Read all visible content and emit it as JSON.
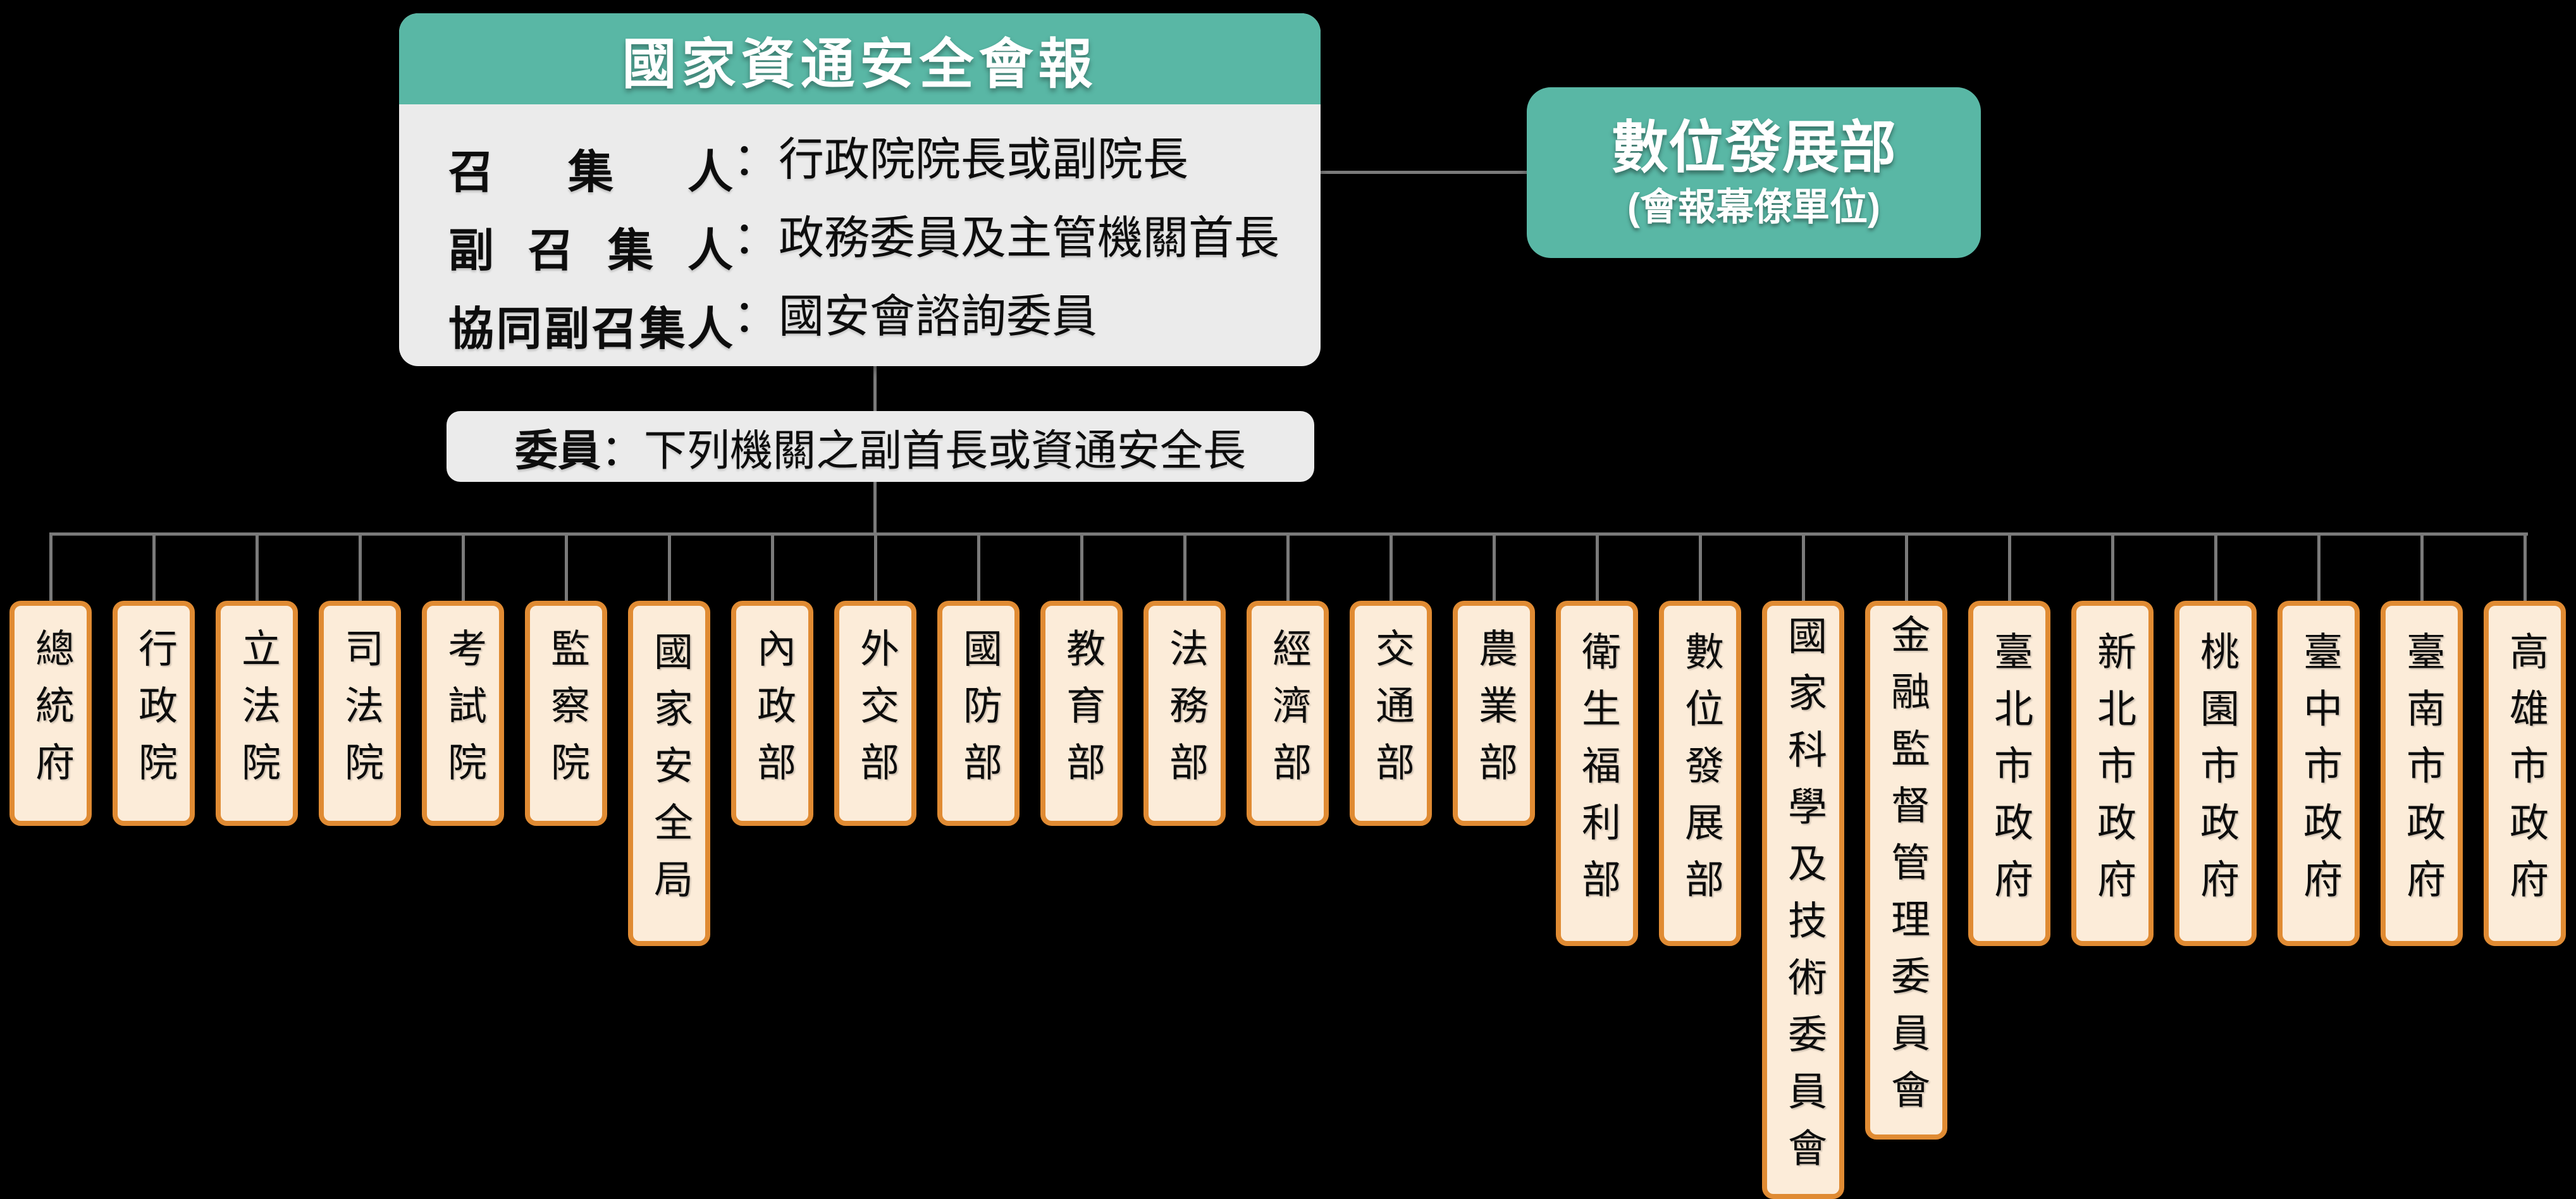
{
  "colors": {
    "teal": "#59b7a5",
    "panel_gray": "#ebebeb",
    "box_fill": "#fcecd9",
    "box_border": "#e08b33",
    "line_gray": "#7a7a7a",
    "background": "#000000"
  },
  "main_box": {
    "title": "國家資通安全會報",
    "colon": "：",
    "roles": [
      {
        "label": "召集人",
        "value": "行政院院長或副院長"
      },
      {
        "label": "副召集人",
        "value": "政務委員及主管機關首長"
      },
      {
        "label": "協同副召集人",
        "value": "國安會諮詢委員"
      }
    ]
  },
  "staff_box": {
    "title": "數位發展部",
    "subtitle": "(會報幕僚單位)"
  },
  "committee_label": {
    "prefix": "委員",
    "text": "：下列機關之副首長或資通安全長"
  },
  "agencies": [
    "總統府",
    "行政院",
    "立法院",
    "司法院",
    "考試院",
    "監察院",
    "國家安全局",
    "內政部",
    "外交部",
    "國防部",
    "教育部",
    "法務部",
    "經濟部",
    "交通部",
    "農業部",
    "衛生福利部",
    "數位發展部",
    "國家科學及技術委員會",
    "金融監督管理委員會",
    "臺北市政府",
    "新北市政府",
    "桃園市政府",
    "臺中市政府",
    "臺南市政府",
    "高雄市政府"
  ]
}
